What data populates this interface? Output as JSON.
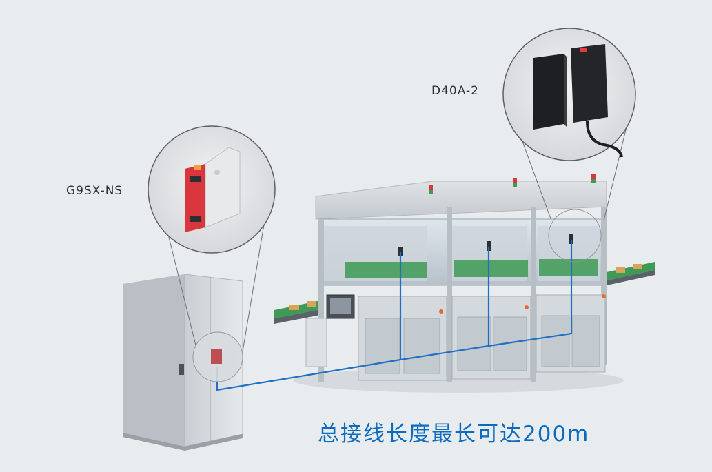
{
  "labels": {
    "controller": "G9SX-NS",
    "sensor": "D40A-2"
  },
  "tagline": "总接线长度最长可达200m",
  "colors": {
    "background": "#e9ecef",
    "wiring": "#1f6fc2",
    "tagline": "#0a6bbf",
    "relay_red": "#d9363e",
    "conveyor_green": "#3e9a55"
  }
}
